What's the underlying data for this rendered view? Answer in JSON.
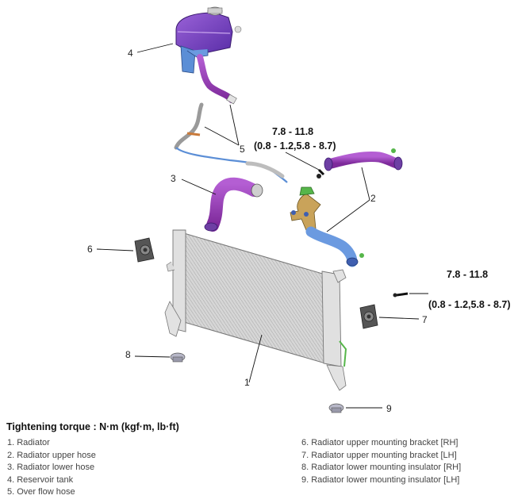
{
  "torque_specs": {
    "upper": {
      "line1": "7.8 - 11.8",
      "line2": "(0.8 - 1.2,5.8 - 8.7)"
    },
    "right": {
      "line1": "7.8 - 11.8",
      "line2": "(0.8 - 1.2,5.8 - 8.7)"
    }
  },
  "callouts": {
    "c1": "1",
    "c2": "2",
    "c3": "3",
    "c4": "4",
    "c5": "5",
    "c6": "6",
    "c7": "7",
    "c8": "8",
    "c9": "9"
  },
  "legend": {
    "heading": "Tightening torque : N·m (kgf·m, lb·ft)",
    "left": [
      "1. Radiator",
      "2. Radiator upper hose",
      "3. Radiator lower hose",
      "4. Reservoir tank",
      "5. Over flow hose"
    ],
    "right": [
      "6. Radiator upper mounting bracket [RH]",
      "7. Radiator upper mounting bracket [LH]",
      "8. Radiator lower mounting insulator [RH]",
      "9. Radiator lower mounting insulator [LH]"
    ]
  },
  "colors": {
    "hose_purple": "#a13cc0",
    "tank_purple": "#7a3fc4",
    "pipe_blue": "#5b8ed6",
    "radiator_gray": "#c9c9c9",
    "fitting_green": "#56b64a",
    "fitting_tan": "#c9a35a"
  }
}
